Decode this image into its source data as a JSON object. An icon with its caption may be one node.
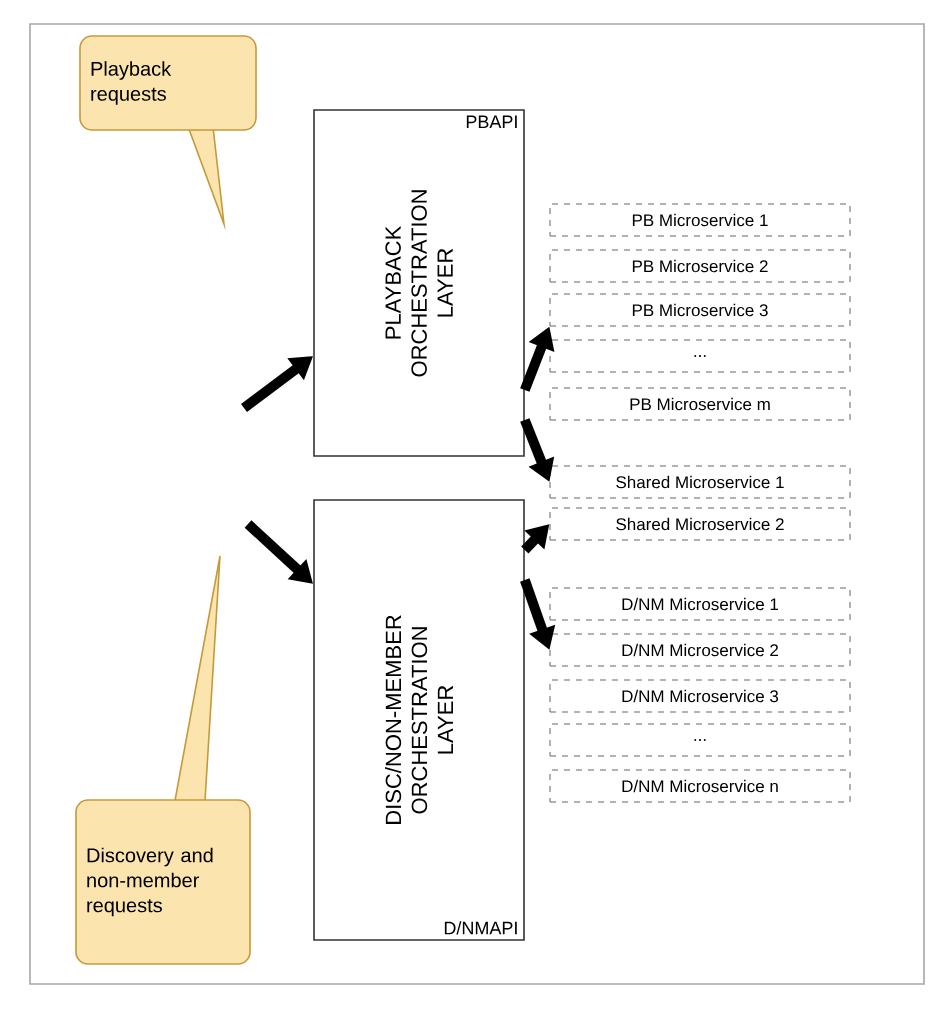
{
  "diagram": {
    "nodes": [
      {
        "text": [
          "Playback requests"
        ]
      },
      {
        "text": [
          "PBAPI",
          "PLAYBACK ORCHESTRATION LAYER"
        ]
      },
      {
        "text": [
          "Discovery and non-member requests"
        ]
      },
      {
        "text": [
          "D/NMAPI",
          "DISC/NON-MEMBER ORCHESTRATION LAYER"
        ]
      },
      {
        "text": [
          "PB Microservice 1"
        ]
      },
      {
        "text": [
          "PB Microservice 2"
        ]
      },
      {
        "text": [
          "PB Microservice 3"
        ]
      },
      {
        "text": [
          "..."
        ]
      },
      {
        "text": [
          "PB Microservice m"
        ]
      },
      {
        "text": [
          "Shared Microservice 1"
        ]
      },
      {
        "text": [
          "Shared Microservice 2"
        ]
      },
      {
        "text": [
          "D/NM Microservice 1"
        ]
      },
      {
        "text": [
          "D/NM Microservice 2"
        ]
      },
      {
        "text": [
          "D/NM Microservice 3"
        ]
      },
      {
        "text": [
          "..."
        ]
      },
      {
        "text": [
          "D/NM Microservice n"
        ]
      }
    ],
    "edges": [
      {
        "from": null,
        "to": 1,
        "arrow": "to"
      },
      {
        "from": null,
        "to": 3,
        "arrow": "to"
      },
      {
        "from": 1,
        "to": 6,
        "arrow": "to"
      },
      {
        "from": 1,
        "to": 9,
        "arrow": "to"
      },
      {
        "from": 3,
        "to": 10,
        "arrow": "to"
      },
      {
        "from": 3,
        "to": 12,
        "arrow": "to"
      }
    ]
  }
}
